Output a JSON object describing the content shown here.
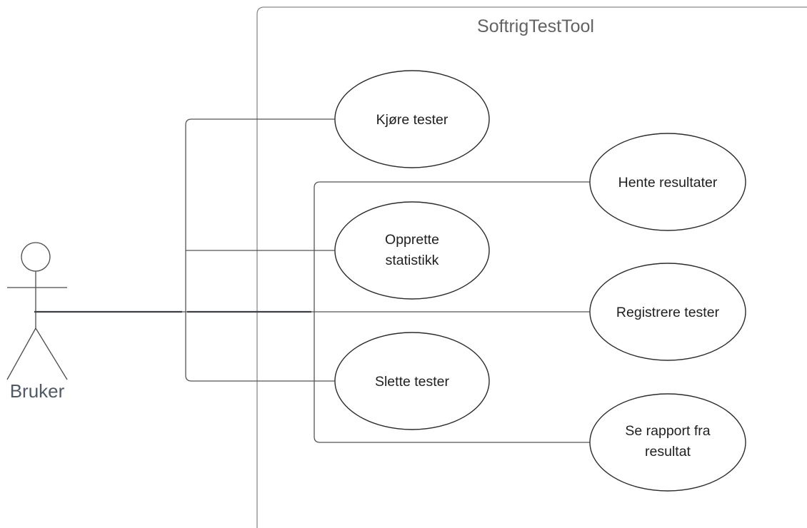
{
  "system": {
    "title": "SoftrigTestTool"
  },
  "actor": {
    "label": "Bruker"
  },
  "use_cases": [
    {
      "id": "kjore-tester",
      "lines": [
        "Kjøre tester"
      ]
    },
    {
      "id": "hente-resultater",
      "lines": [
        "Hente resultater"
      ]
    },
    {
      "id": "opprette-statistikk",
      "lines": [
        "Opprette",
        "statistikk"
      ]
    },
    {
      "id": "registrere-tester",
      "lines": [
        "Registrere tester"
      ]
    },
    {
      "id": "slette-tester",
      "lines": [
        "Slette tester"
      ]
    },
    {
      "id": "se-rapport",
      "lines": [
        "Se rapport fra",
        "resultat"
      ]
    }
  ]
}
